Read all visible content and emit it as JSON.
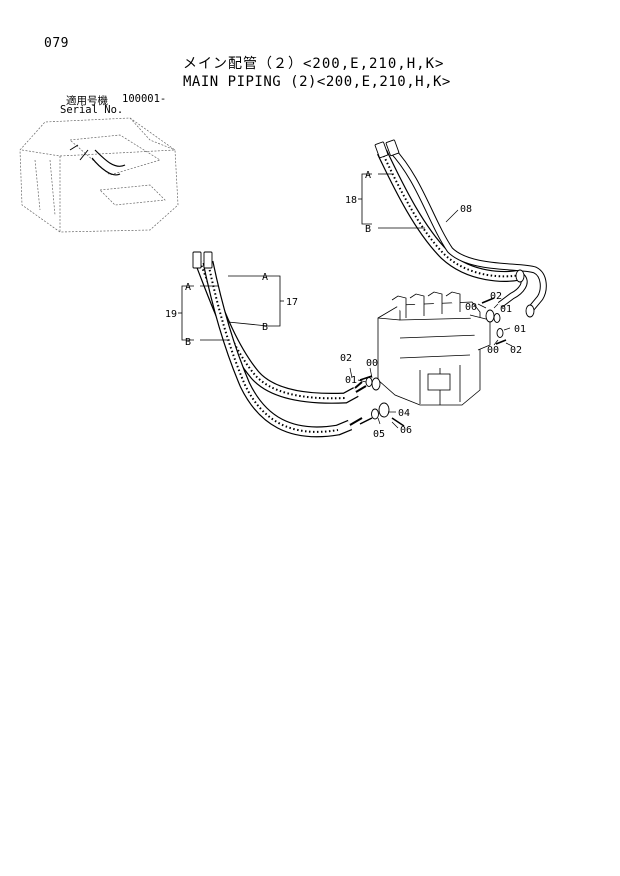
{
  "page_number": "079",
  "title_jp": "メイン配管（２）<200,E,210,H,K>",
  "title_en": "MAIN PIPING (2)<200,E,210,H,K>",
  "serial": {
    "label_jp": "適用号機",
    "range": "100001-",
    "label_en": "Serial No."
  },
  "callouts": {
    "c00a": "00",
    "c00b": "00",
    "c00c": "00",
    "c01a": "01",
    "c01b": "01",
    "c01c": "01",
    "c02a": "02",
    "c02b": "02",
    "c02c": "02",
    "c04": "04",
    "c05": "05",
    "c06": "06",
    "c08": "08",
    "c17": "17",
    "c18": "18",
    "c19": "19",
    "a1": "A",
    "a2": "A",
    "a3": "A",
    "b1": "B",
    "b2": "B",
    "b3": "B"
  }
}
